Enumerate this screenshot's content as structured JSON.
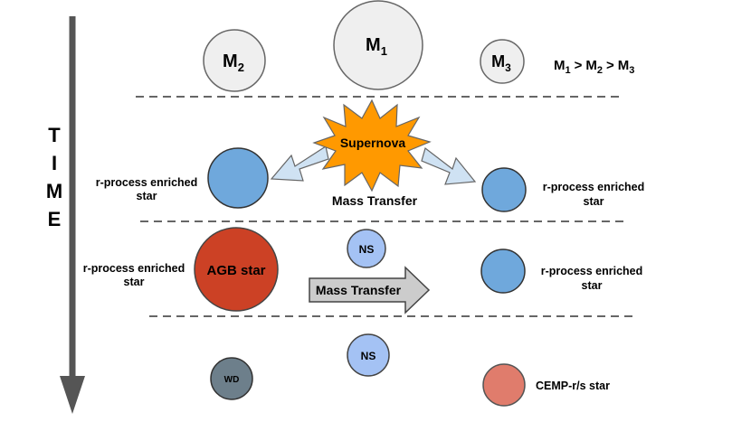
{
  "time_axis": {
    "letters": [
      "T",
      "I",
      "M",
      "E"
    ]
  },
  "stage1": {
    "m1": {
      "label": "M",
      "sub": "1"
    },
    "m2": {
      "label": "M",
      "sub": "2"
    },
    "m3": {
      "label": "M",
      "sub": "3"
    },
    "relation": {
      "m": "M",
      "s1": "1",
      "s2": "2",
      "s3": "3",
      "gt": ">"
    }
  },
  "stage2": {
    "supernova": "Supernova",
    "mass_transfer": "Mass Transfer",
    "left_star": [
      "r-process enriched",
      "star"
    ],
    "right_star": [
      "r-process enriched",
      "star"
    ]
  },
  "stage3": {
    "agb": "AGB star",
    "ns": "NS",
    "mass_transfer": "Mass Transfer",
    "left_star": [
      "r-process enriched",
      "star"
    ],
    "right_star": [
      "r-process enriched",
      "star"
    ]
  },
  "stage4": {
    "wd": "WD",
    "ns": "NS",
    "cemp": "CEMP-r/s star"
  },
  "colors": {
    "grey_star": "#efefef",
    "blue_star": "#6fa8dc",
    "agb_red": "#cc4125",
    "ns_blue": "#a4c2f4",
    "wd_grey": "#6d7f8b",
    "cemp": "#e07c6c",
    "supernova": "#ff9900",
    "arrow_blue": "#cfe2f3",
    "arrow_grey": "#cccccc",
    "time_arrow": "#555555"
  }
}
